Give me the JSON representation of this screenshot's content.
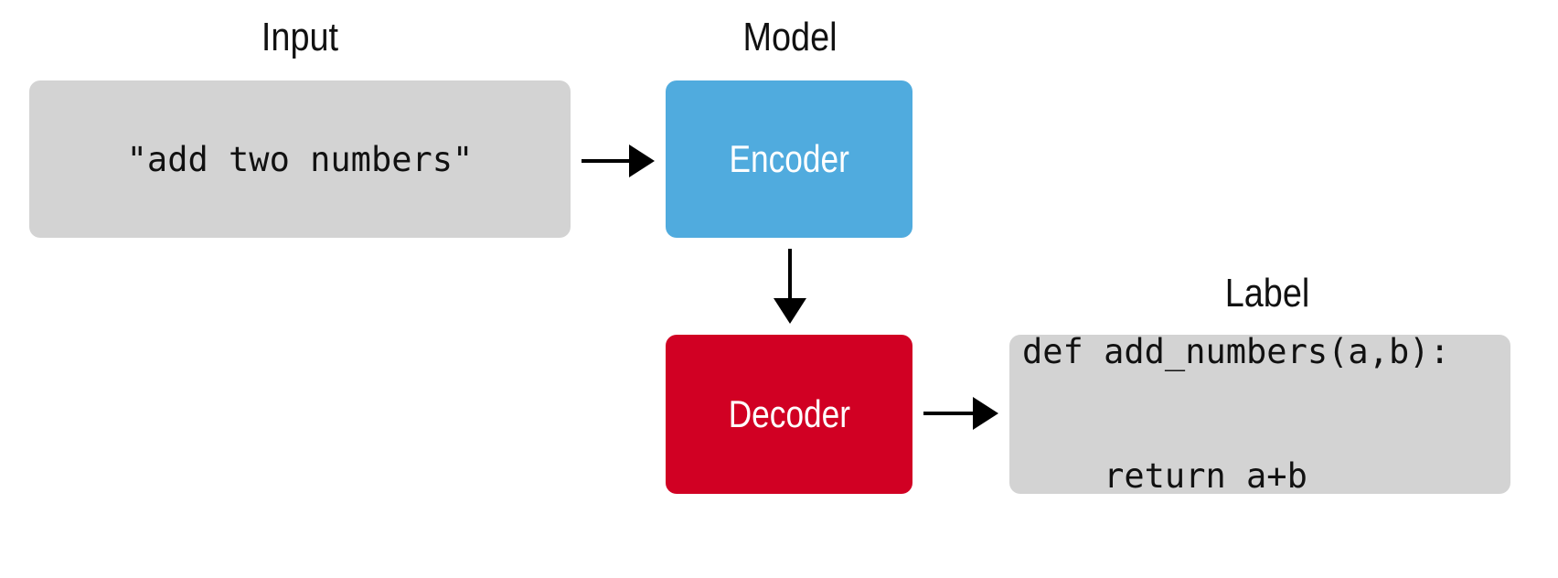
{
  "headings": {
    "input": "Input",
    "model": "Model",
    "label": "Label"
  },
  "input_box": {
    "text": "\"add two numbers\""
  },
  "encoder": {
    "label": "Encoder",
    "color": "#50abde"
  },
  "decoder": {
    "label": "Decoder",
    "color": "#d10023"
  },
  "label_box": {
    "lines": [
      "def add_numbers(a,b):",
      "    return a+b"
    ]
  },
  "colors": {
    "gray_box": "#d3d3d3",
    "arrow": "#000000"
  }
}
